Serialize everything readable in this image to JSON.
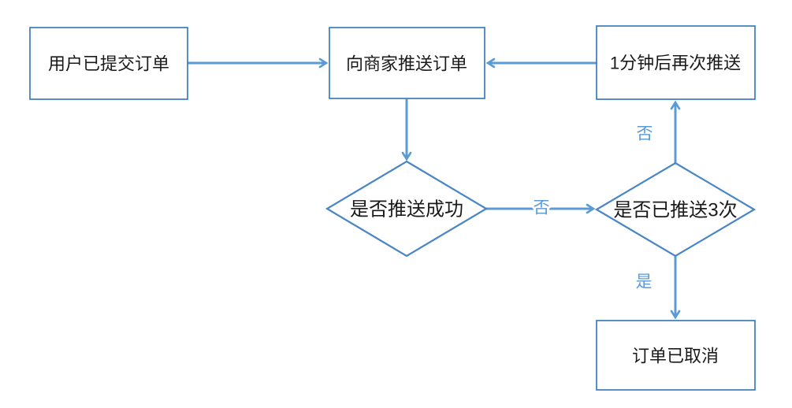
{
  "diagram": {
    "type": "flowchart",
    "language": "zh-CN",
    "colors": {
      "background": "#ffffff",
      "box_border": "#2e75b6",
      "diamond_border": "#4a86c5",
      "arrow": "#5b9bd5",
      "node_text": "#1a1a1a",
      "label_text": "#5b9bd5"
    },
    "nodes": {
      "start": {
        "label": "用户已提交订单",
        "shape": "rectangle"
      },
      "push": {
        "label": "向商家推送订单",
        "shape": "rectangle"
      },
      "retry": {
        "label": "1分钟后再次推送",
        "shape": "rectangle"
      },
      "check_success": {
        "label": "是否推送成功",
        "shape": "diamond"
      },
      "check_count": {
        "label": "是否已推送3次",
        "shape": "diamond"
      },
      "cancelled": {
        "label": "订单已取消",
        "shape": "rectangle"
      }
    },
    "edges": [
      {
        "from": "start",
        "to": "push",
        "label": ""
      },
      {
        "from": "retry",
        "to": "push",
        "label": ""
      },
      {
        "from": "push",
        "to": "check_success",
        "label": ""
      },
      {
        "from": "check_success",
        "to": "check_count",
        "label": "否"
      },
      {
        "from": "check_count",
        "to": "retry",
        "label": "否"
      },
      {
        "from": "check_count",
        "to": "cancelled",
        "label": "是"
      }
    ]
  }
}
